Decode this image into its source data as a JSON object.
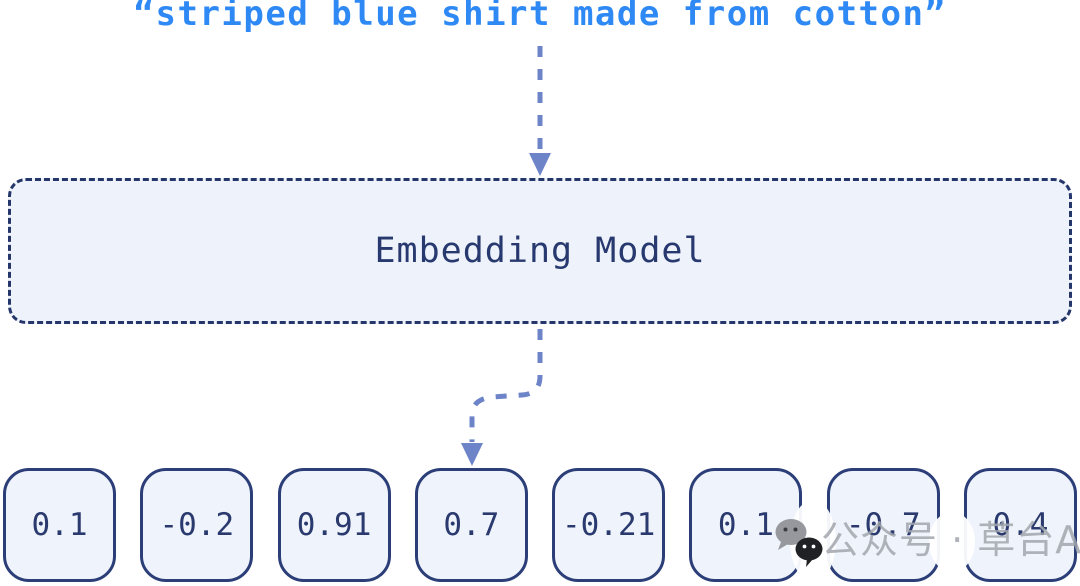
{
  "query": {
    "text": "“striped blue shirt made from cotton”"
  },
  "model": {
    "label": "Embedding Model"
  },
  "vector": {
    "values": [
      "0.1",
      "-0.2",
      "0.91",
      "0.7",
      "-0.21",
      "0.1",
      "-0.7",
      "0.4"
    ]
  },
  "watermark": {
    "icon": "wechat-icon",
    "text": "公众号 · 草台AI"
  },
  "colors": {
    "query_blue": "#2E89F5",
    "navy_text": "#2B3A6E",
    "navy_border": "#25366B",
    "box_fill": "#EDF2FB",
    "cell_fill": "#EFF3FC",
    "arrow_blue": "#6D85C8",
    "watermark_gray": "#A2A6AD",
    "background": "#FFFFFF"
  }
}
